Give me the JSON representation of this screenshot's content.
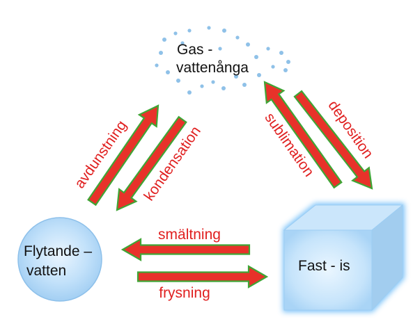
{
  "states": {
    "gas": {
      "line1": "Gas -",
      "line2": "vattenånga"
    },
    "liquid": {
      "line1": "Flytande –",
      "line2": "vatten"
    },
    "solid": {
      "label": "Fast - is"
    }
  },
  "transitions": {
    "evaporation": "avdunstning",
    "condensation": "kondensation",
    "sublimation": "sublimation",
    "deposition": "deposition",
    "melting": "smältning",
    "freezing": "frysning"
  },
  "colors": {
    "arrow_fill": "#e8322a",
    "arrow_stroke": "#3fa535",
    "label_red": "#e02020",
    "vapor_dots": "#8fc1e8",
    "liquid_fill": "#a9d3f5",
    "solid_fill": "#bfe0fb"
  }
}
